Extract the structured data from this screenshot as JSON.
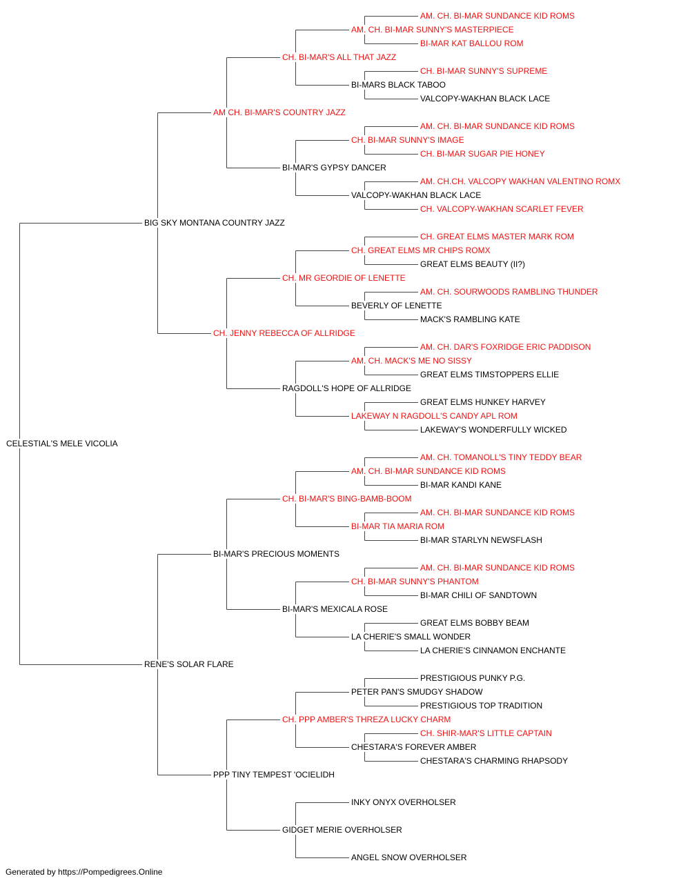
{
  "pedigree": {
    "colors": {
      "champion": "#ee1111",
      "regular": "#000000",
      "line": "#444444"
    },
    "subject": {
      "name": "CELESTIAL'S MELE VICOLIA",
      "red": false
    },
    "sire": {
      "name": "BIG SKY MONTANA COUNTRY JAZZ",
      "red": false
    },
    "dam": {
      "name": "RENE'S SOLAR FLARE",
      "red": false
    },
    "generation3": [
      {
        "name": "AM CH. BI-MAR'S COUNTRY JAZZ",
        "red": true
      },
      {
        "name": "CH. JENNY REBECCA OF ALLRIDGE",
        "red": true
      },
      {
        "name": "BI-MAR'S PRECIOUS MOMENTS",
        "red": false
      },
      {
        "name": "PPP TINY TEMPEST 'OCIELIDH",
        "red": false
      }
    ],
    "generation4": [
      {
        "name": "CH. BI-MAR'S ALL THAT JAZZ",
        "red": true
      },
      {
        "name": "BI-MAR'S GYPSY DANCER",
        "red": false
      },
      {
        "name": "CH. MR GEORDIE OF LENETTE",
        "red": true
      },
      {
        "name": "RAGDOLL'S HOPE OF ALLRIDGE",
        "red": false
      },
      {
        "name": "CH. BI-MAR'S BING-BAMB-BOOM",
        "red": true
      },
      {
        "name": "BI-MAR'S MEXICALA ROSE",
        "red": false
      },
      {
        "name": "CH. PPP AMBER'S THREZA LUCKY CHARM",
        "red": true
      },
      {
        "name": "GIDGET MERIE OVERHOLSER",
        "red": false
      }
    ],
    "generation5": [
      {
        "name": "AM. CH. BI-MAR SUNNY'S MASTERPIECE",
        "red": true
      },
      {
        "name": "BI-MARS BLACK TABOO",
        "red": false
      },
      {
        "name": "CH. BI-MAR SUNNY'S IMAGE",
        "red": true
      },
      {
        "name": "VALCOPY-WAKHAN BLACK LACE",
        "red": false
      },
      {
        "name": "CH. GREAT ELMS MR CHIPS ROMX",
        "red": true
      },
      {
        "name": "BEVERLY OF LENETTE",
        "red": false
      },
      {
        "name": "AM. CH. MACK'S ME NO SISSY",
        "red": true
      },
      {
        "name": "LAKEWAY N RAGDOLL'S CANDY APL ROM",
        "red": true
      },
      {
        "name": "AM. CH. BI-MAR SUNDANCE KID ROMS",
        "red": true
      },
      {
        "name": "BI-MAR TIA MARIA ROM",
        "red": true
      },
      {
        "name": "CH. BI-MAR SUNNY'S PHANTOM",
        "red": true
      },
      {
        "name": "LA CHERIE'S SMALL WONDER",
        "red": false
      },
      {
        "name": "PETER PAN'S SMUDGY SHADOW",
        "red": false
      },
      {
        "name": "CHESTARA'S FOREVER AMBER",
        "red": false
      },
      {
        "name": "INKY ONYX OVERHOLSER",
        "red": false
      },
      {
        "name": "ANGEL SNOW OVERHOLSER",
        "red": false
      }
    ],
    "generation6": [
      {
        "name": "AM. CH. BI-MAR SUNDANCE KID ROMS",
        "red": true
      },
      {
        "name": "BI-MAR KAT BALLOU ROM",
        "red": true
      },
      {
        "name": "CH. BI-MAR SUNNY'S SUPREME",
        "red": true
      },
      {
        "name": "VALCOPY-WAKHAN BLACK LACE",
        "red": false
      },
      {
        "name": "AM. CH. BI-MAR SUNDANCE KID ROMS",
        "red": true
      },
      {
        "name": "CH. BI-MAR SUGAR PIE HONEY",
        "red": true
      },
      {
        "name": "AM. CH.CH. VALCOPY WAKHAN VALENTINO ROMX",
        "red": true
      },
      {
        "name": "CH. VALCOPY-WAKHAN SCARLET FEVER",
        "red": true
      },
      {
        "name": "CH. GREAT ELMS MASTER MARK ROM",
        "red": true
      },
      {
        "name": "GREAT ELMS BEAUTY (II?)",
        "red": false
      },
      {
        "name": "AM. CH. SOURWOODS RAMBLING THUNDER",
        "red": true
      },
      {
        "name": "MACK'S RAMBLING KATE",
        "red": false
      },
      {
        "name": "AM. CH. DAR'S FOXRIDGE ERIC PADDISON",
        "red": true
      },
      {
        "name": "GREAT ELMS TIMSTOPPERS ELLIE",
        "red": false
      },
      {
        "name": "GREAT ELMS HUNKEY HARVEY",
        "red": false
      },
      {
        "name": "LAKEWAY'S WONDERFULLY WICKED",
        "red": false
      },
      {
        "name": "AM. CH. TOMANOLL'S TINY TEDDY BEAR",
        "red": true
      },
      {
        "name": "BI-MAR KANDI KANE",
        "red": false
      },
      {
        "name": "AM. CH. BI-MAR SUNDANCE KID ROMS",
        "red": true
      },
      {
        "name": "BI-MAR STARLYN NEWSFLASH",
        "red": false
      },
      {
        "name": "AM. CH. BI-MAR SUNDANCE KID ROMS",
        "red": true
      },
      {
        "name": "BI-MAR CHILI OF SANDTOWN",
        "red": false
      },
      {
        "name": "GREAT ELMS BOBBY BEAM",
        "red": false
      },
      {
        "name": "LA CHERIE'S CINNAMON ENCHANTE",
        "red": false
      },
      {
        "name": "PRESTIGIOUS PUNKY P.G.",
        "red": false
      },
      {
        "name": "PRESTIGIOUS TOP TRADITION",
        "red": false
      },
      {
        "name": "CH. SHIR-MAR'S LITTLE CAPTAIN",
        "red": true
      },
      {
        "name": "CHESTARA'S CHARMING RHAPSODY",
        "red": false
      },
      {
        "name": "",
        "red": false
      },
      {
        "name": "",
        "red": false
      },
      {
        "name": "",
        "red": false
      },
      {
        "name": "",
        "red": false
      }
    ]
  },
  "footer": {
    "text": "Generated by https://Pompedigrees.Online"
  }
}
